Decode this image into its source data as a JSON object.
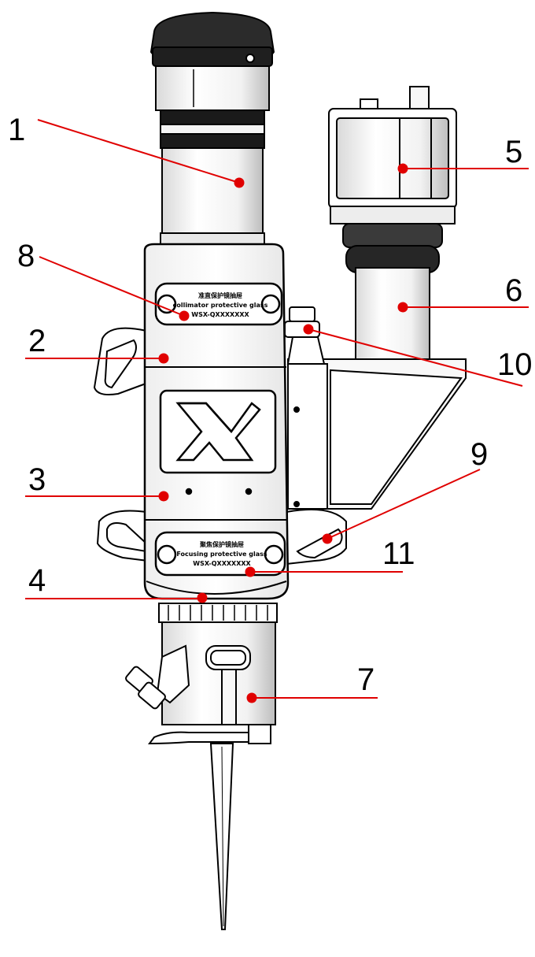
{
  "diagram": {
    "colors": {
      "leader": "#e00000",
      "marker": "#e00000",
      "outline": "#000000",
      "label": "#000000"
    },
    "plate_upper": {
      "line1": "准直保护镜抽屉",
      "line2": "collimator protective glass",
      "line3": "WSX-QXXXXXXX"
    },
    "plate_lower": {
      "line1": "聚焦保护镜抽屉",
      "line2": "Focusing protective glass",
      "line3": "WSX-QXXXXXXX"
    },
    "callouts": [
      {
        "id": "1",
        "label": "1"
      },
      {
        "id": "2",
        "label": "2"
      },
      {
        "id": "3",
        "label": "3"
      },
      {
        "id": "4",
        "label": "4"
      },
      {
        "id": "5",
        "label": "5"
      },
      {
        "id": "6",
        "label": "6"
      },
      {
        "id": "7",
        "label": "7"
      },
      {
        "id": "8",
        "label": "8"
      },
      {
        "id": "9",
        "label": "9"
      },
      {
        "id": "10",
        "label": "10"
      },
      {
        "id": "11",
        "label": "11"
      }
    ]
  }
}
